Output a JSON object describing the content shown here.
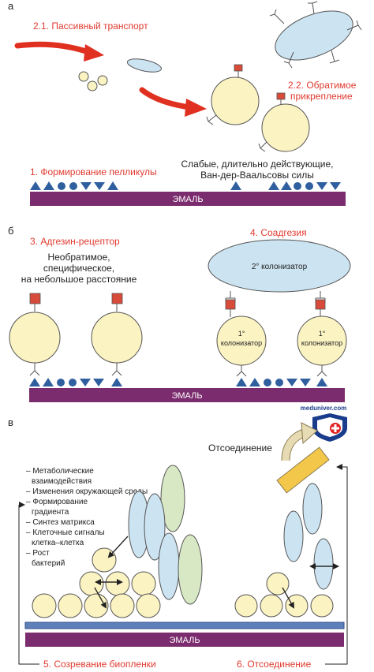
{
  "panels": {
    "a": {
      "letter": "а",
      "passive_transport": "2.1. Пассивный транспорт",
      "reversible_1": "2.2. Обратимое",
      "reversible_2": "прикрепление",
      "weak_1": "Слабые, длительно действующие,",
      "weak_2": "Ван-дер-Ваальсовы силы",
      "pellicle": "1. Формирование пелликулы",
      "enamel": "ЭМАЛЬ"
    },
    "b": {
      "letter": "б",
      "adhesin": "3. Адгезин-рецептор",
      "irrev_1": "Необратимое,",
      "irrev_2": "специфическое,",
      "irrev_3": "на небольшое расстояние",
      "coadhesion": "4. Соадгезия",
      "secondary": "2° колонизатор",
      "primary_deg": "1°",
      "primary_word": "колонизатор",
      "enamel": "ЭМАЛЬ"
    },
    "c": {
      "letter": "в",
      "watermark": "meduniver.com",
      "detachment": "Отсоединение",
      "list": [
        "– Метаболические",
        "взаимодействия",
        "– Изменения окружающей среды",
        "– Формирование",
        "градиента",
        "– Синтез матрикса",
        "– Клеточные сигналы",
        "клетка–клетка",
        "– Рост",
        "бактерий"
      ],
      "enamel": "ЭМАЛЬ",
      "maturation": "5. Созревание биопленки",
      "detach_step": "6. Отсоединение"
    }
  },
  "colors": {
    "red_text": "#e03a2f",
    "enamel": "#7b2c6e",
    "pellicle": "#2f5f9e",
    "cell_yellow": "#fbf3c2",
    "cell_blue": "#cce4f2",
    "cell_green": "#d8e8c4",
    "receptor": "#d84a3a",
    "arrow_red": "#e03020"
  }
}
